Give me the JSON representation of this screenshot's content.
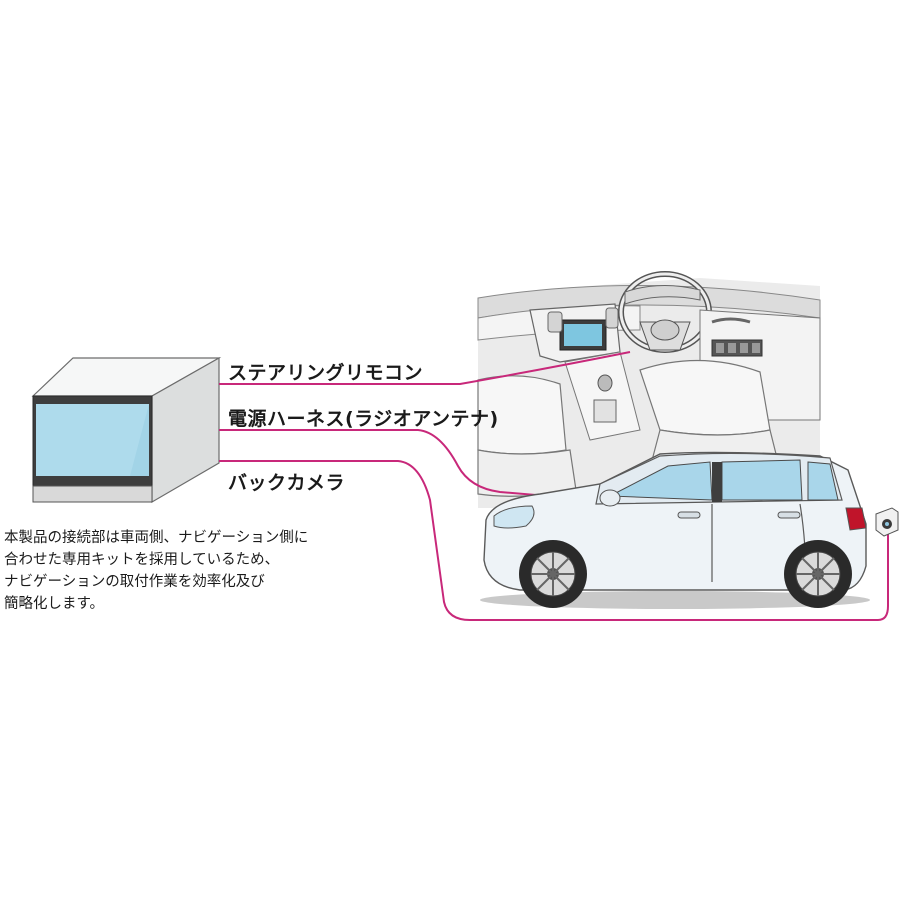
{
  "labels": {
    "steering_remote": "ステアリングリモコン",
    "power_harness": "電源ハーネス(ラジオアンテナ)",
    "back_camera": "バックカメラ"
  },
  "description": {
    "lines": [
      "本製品の接続部は車両側、ナビゲーション側に",
      "合わせた専用キットを採用しているため、",
      "ナビゲーションの取付作業を効率化及び",
      "簡略化します。"
    ]
  },
  "colors": {
    "connector_line": "#c8287a",
    "head_unit_screen": "#9fd2e6",
    "car_body": "#eef3f7",
    "car_glass": "#a9d6ea",
    "tail_light": "#c0142a",
    "interior_bg": "#ebebeb"
  }
}
